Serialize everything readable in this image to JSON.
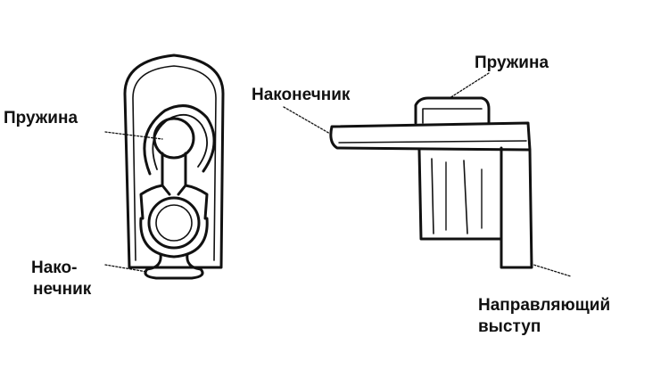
{
  "labels": {
    "left_spring": "Пружина",
    "left_tip_line1": "Нако-",
    "left_tip_line2": "нечник",
    "right_tip": "Наконечник",
    "right_spring": "Пружина",
    "guide_line1": "Направляющий",
    "guide_line2": "выступ"
  }
}
